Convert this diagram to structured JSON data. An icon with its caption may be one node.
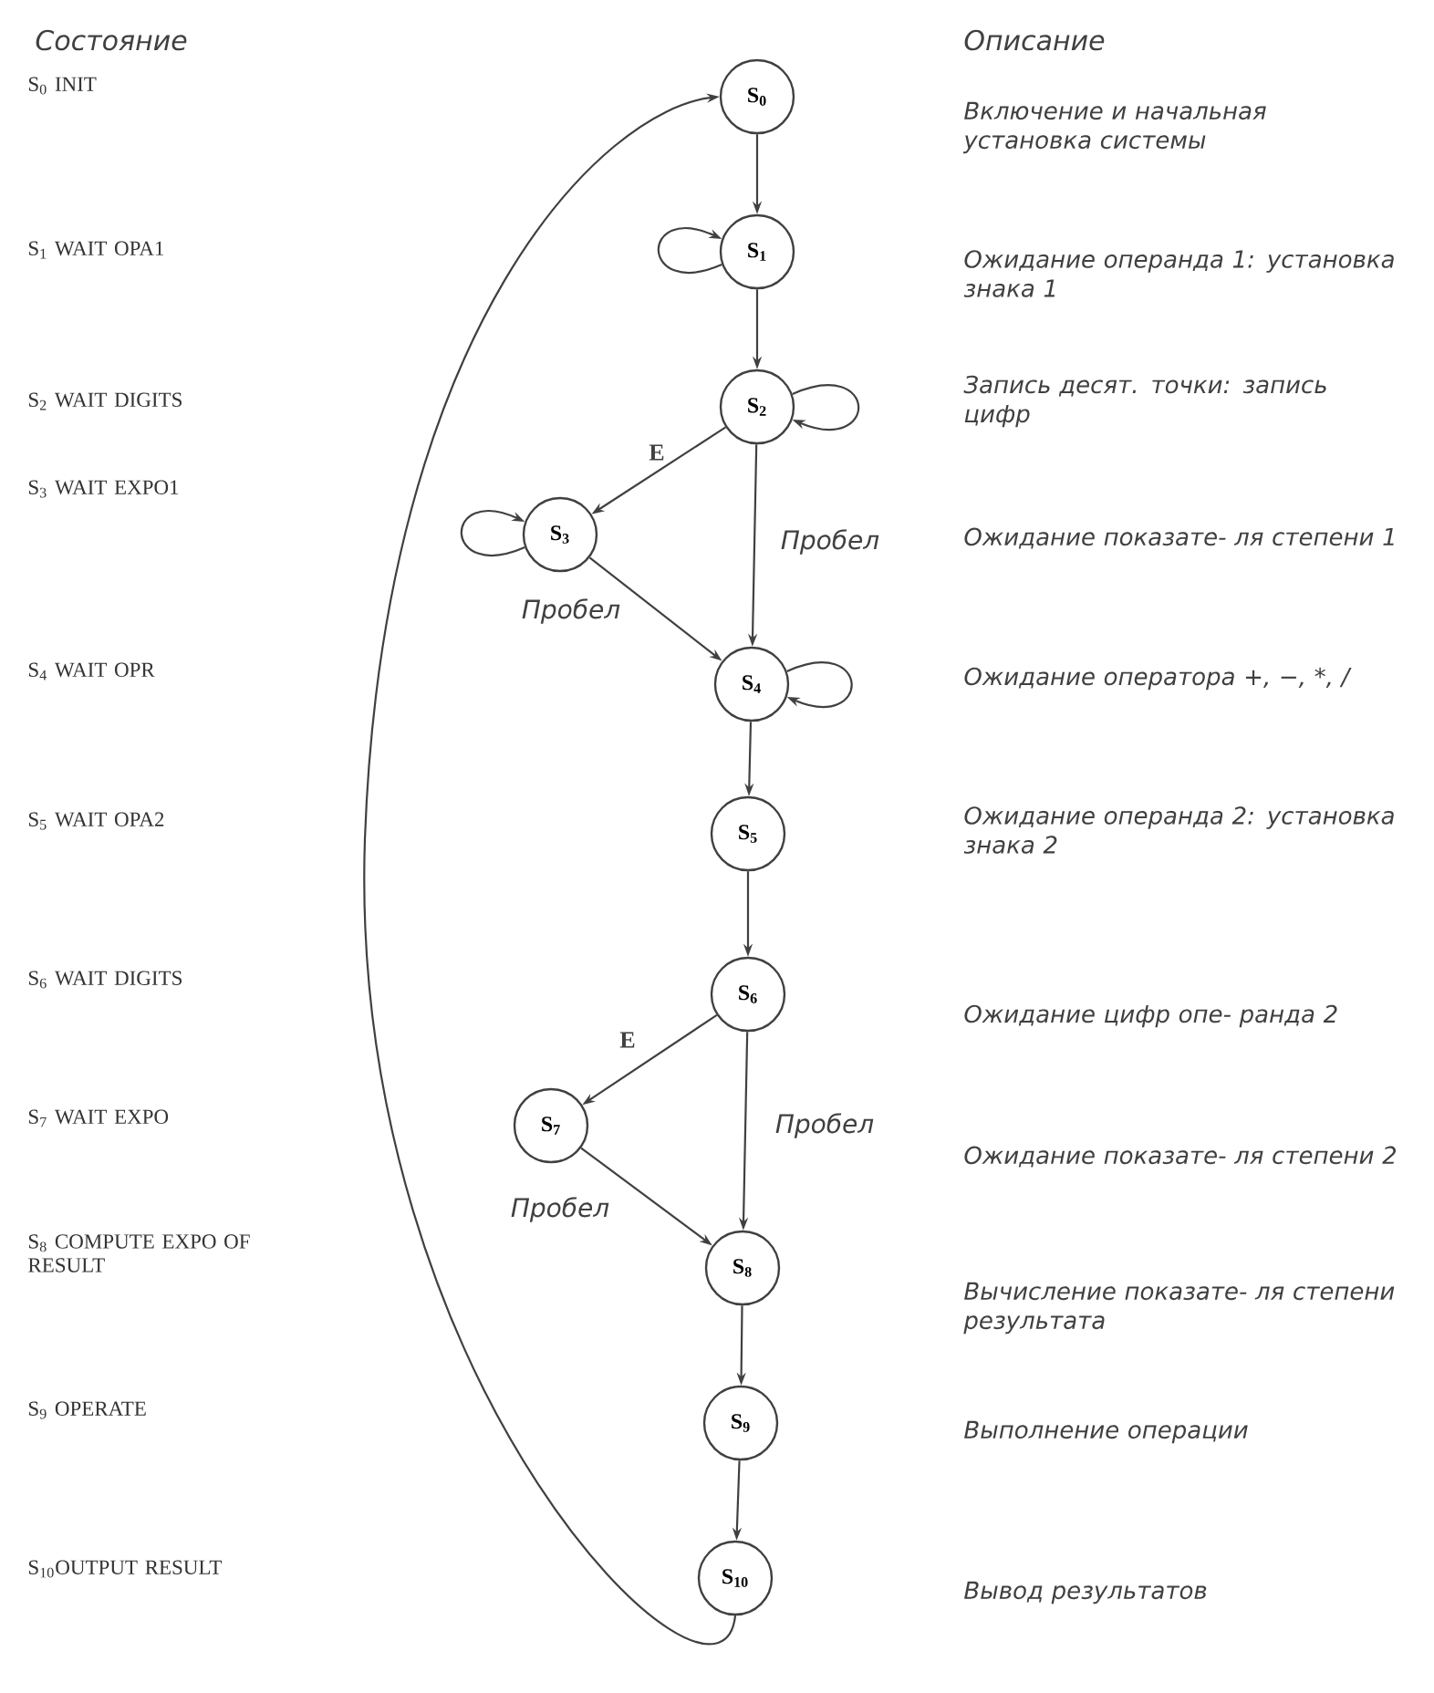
{
  "diagram": {
    "nodes": [
      {
        "text": [
          "S$_{0}$"
        ]
      },
      {
        "text": [
          "S$_{1}$"
        ]
      },
      {
        "text": [
          "S$_{2}$"
        ]
      },
      {
        "text": [
          "S$_{3}$"
        ]
      },
      {
        "text": [
          "S$_{4}$"
        ]
      },
      {
        "text": [
          "S$_{5}$"
        ]
      },
      {
        "text": [
          "S$_{6}$"
        ]
      },
      {
        "text": [
          "S$_{7}$"
        ]
      },
      {
        "text": [
          "S$_{8}$"
        ]
      },
      {
        "text": [
          "S$_{9}$"
        ]
      },
      {
        "text": [
          "S$_{10}$"
        ]
      }
    ],
    "edges": [
      {
        "from": 0,
        "to": 1,
        "arrow": "to"
      },
      {
        "from": 1,
        "to": 1,
        "arrow": "to"
      },
      {
        "from": 1,
        "to": 2,
        "arrow": "to"
      },
      {
        "from": 2,
        "to": 2,
        "arrow": "to"
      },
      {
        "from": 2,
        "to": 3,
        "arrow": "to",
        "label": "E"
      },
      {
        "from": 2,
        "to": 4,
        "arrow": "to",
        "label": "Пробел"
      },
      {
        "from": 3,
        "to": 3,
        "arrow": "to"
      },
      {
        "from": 3,
        "to": 4,
        "arrow": "to",
        "label": "Пробел"
      },
      {
        "from": 4,
        "to": 4,
        "arrow": "to"
      },
      {
        "from": 4,
        "to": 5,
        "arrow": "to"
      },
      {
        "from": 5,
        "to": 6,
        "arrow": "to"
      },
      {
        "from": 6,
        "to": 7,
        "arrow": "to",
        "label": "E"
      },
      {
        "from": 6,
        "to": 8,
        "arrow": "to",
        "label": "Пробел"
      },
      {
        "from": 7,
        "to": 8,
        "arrow": "to",
        "label": "Пробел"
      },
      {
        "from": 8,
        "to": 9,
        "arrow": "to"
      },
      {
        "from": 9,
        "to": 10,
        "arrow": "to"
      },
      {
        "from": 10,
        "to": 0,
        "arrow": "to"
      }
    ],
    "labels": [
      "Состояние",
      "S$_{0}$ INIT",
      "S$_{1}$ WAIT OPA1",
      "S$_{2}$ WAIT DIGITS",
      "S$_{3}$ WAIT EXPO1",
      "S$_{4}$ WAIT OPR",
      "S$_{5}$ WAIT OPA2",
      "S$_{6}$ WAIT DIGITS",
      "S$_{7}$ WAIT EXPO",
      "S$_{8}$ COMPUTE EXPO OF RESULT",
      "S$_{9}$ OPERATE",
      "S$_{10}$OUTPUT RESULT",
      "Описание",
      "Включение и начальная установка системы",
      "Ожидание операнда 1: установка знака 1",
      "Запись десят. точки: запись цифр",
      "Ожидание показате- ля степени 1",
      "Ожидание оператора +, −, *, /",
      "Ожидание операнда 2: установка знака 2",
      "Ожидание цифр опе- ранда 2",
      "Ожидание показате- ля степени 2",
      "Вычисление показате- ля степени результата",
      "Выполнение операции",
      "Вывод результатов"
    ]
  }
}
